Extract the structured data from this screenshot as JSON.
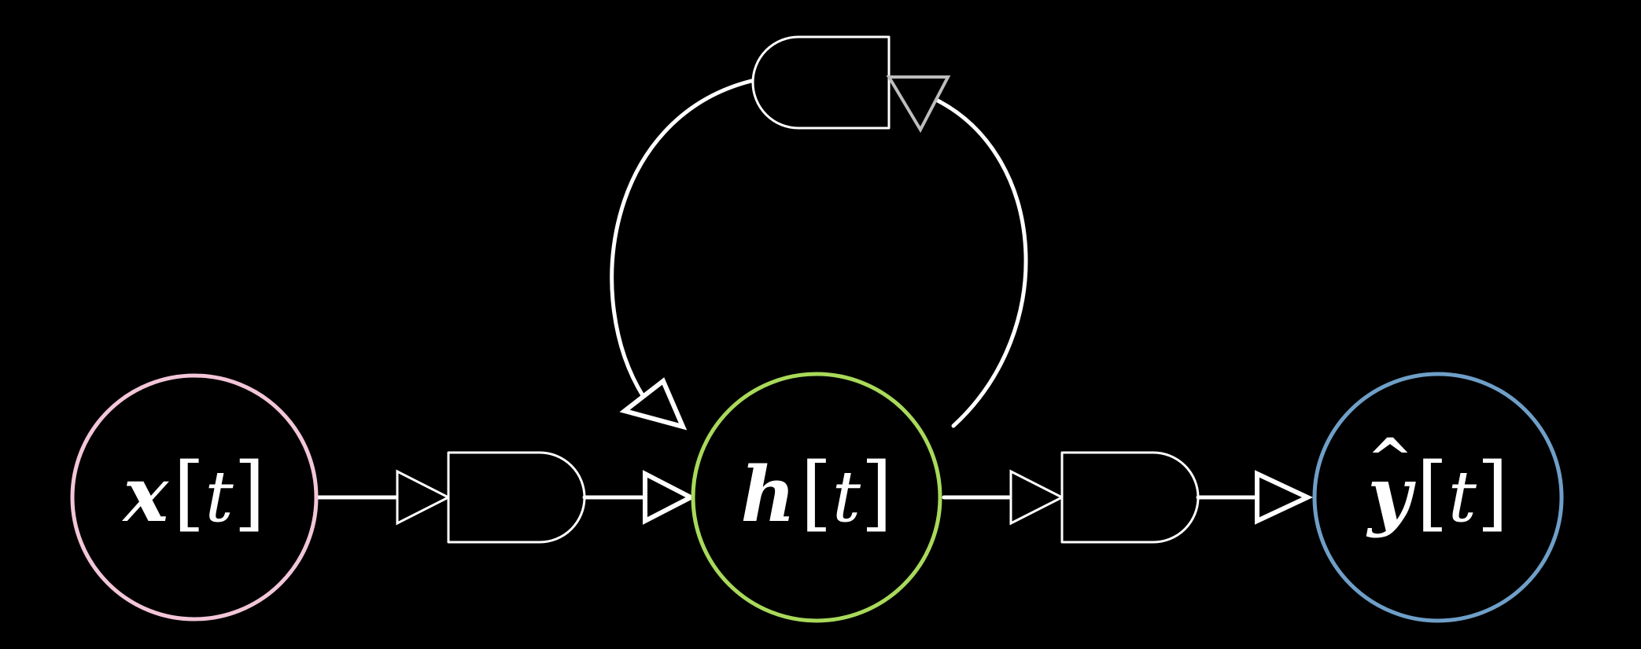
{
  "diagram": {
    "background": "#000000",
    "line_color": "#ffffff",
    "nodes": {
      "input": {
        "symbol": "x",
        "index": "t",
        "ring_color": "#f2c6d8"
      },
      "hidden": {
        "symbol": "h",
        "index": "t",
        "ring_color": "#a9d95a"
      },
      "output": {
        "symbol": "y",
        "accent": "^",
        "index": "t",
        "ring_color": "#6f9fc8"
      }
    },
    "edges": [
      {
        "from": "input",
        "to": "hidden",
        "gate_icon": "and-gate-icon"
      },
      {
        "from": "hidden",
        "to": "output",
        "gate_icon": "and-gate-icon"
      },
      {
        "from": "hidden",
        "to": "hidden",
        "gate_icon": "and-gate-icon",
        "kind": "recurrent-loop"
      }
    ]
  }
}
